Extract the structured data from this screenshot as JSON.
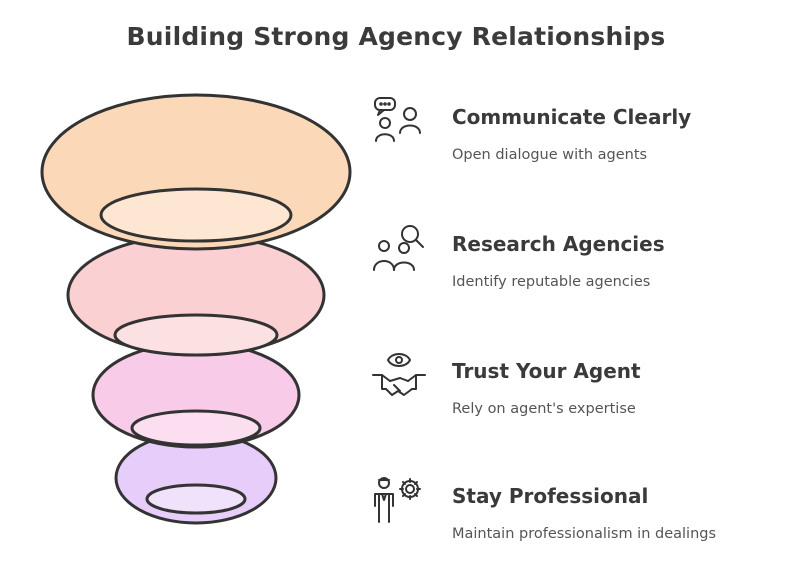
{
  "title": "Building Strong Agency Relationships",
  "colors": {
    "layer1": "#fbd9b8",
    "layer2": "#fbd0d2",
    "layer3": "#f8cbe9",
    "layer4": "#e7cdfa",
    "stroke": "#333333"
  },
  "items": [
    {
      "heading": "Communicate Clearly",
      "description": "Open dialogue with agents",
      "icon": "people-chat-icon"
    },
    {
      "heading": "Research Agencies",
      "description": "Identify reputable agencies",
      "icon": "people-magnifier-icon"
    },
    {
      "heading": "Trust Your Agent",
      "description": "Rely on agent's expertise",
      "icon": "eye-handshake-icon"
    },
    {
      "heading": "Stay Professional",
      "description": "Maintain professionalism in dealings",
      "icon": "person-gear-icon"
    }
  ]
}
